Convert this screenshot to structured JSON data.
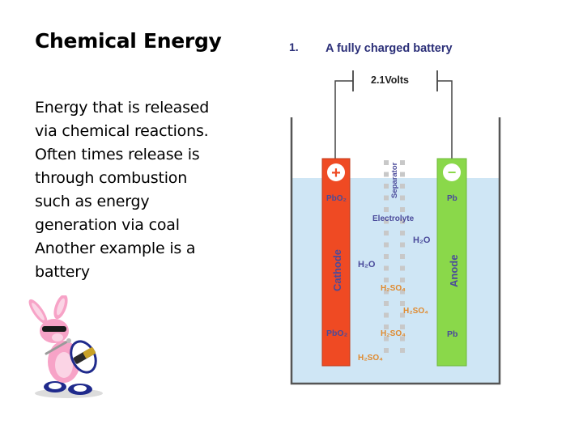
{
  "slide": {
    "title": "Chemical Energy",
    "body_lines": [
      "Energy that is released",
      "via chemical reactions.",
      "Often times release is",
      "through combustion",
      "such as energy",
      "generation via coal",
      "Another example is a",
      "battery"
    ]
  },
  "diagram": {
    "number": "1.",
    "heading": "A fully charged battery",
    "voltage": "2.1Volts",
    "separator": "Separator",
    "cathode": "Cathode",
    "anode": "Anode",
    "plus_sign": "+",
    "minus_sign": "−",
    "cathode_top_compound": "PbO₂",
    "anode_top_compound": "Pb",
    "electrolyte": "Electrolyte",
    "water_right": "H₂O",
    "water_left": "H₂O",
    "acid_1": "H₂SO₄",
    "acid_2": "H₂SO₄",
    "acid_3": "H₂SO₄",
    "acid_4": "H₂SO₄",
    "cathode_bottom_compound": "PbO₂",
    "anode_bottom_compound": "Pb",
    "colors": {
      "cathode": "#ef4a23",
      "anode": "#8ad84a",
      "electrolyte": "#cfe6f5",
      "label_text": "#4a4a9a",
      "acid_text": "#e08a2e",
      "heading_text": "#2b2f78",
      "separator_dots": "#c8c8c8"
    },
    "icons": [
      "positive-terminal-icon",
      "negative-terminal-icon"
    ]
  },
  "bunny_image": {
    "icon": "pink-bunny-mascot-icon"
  }
}
